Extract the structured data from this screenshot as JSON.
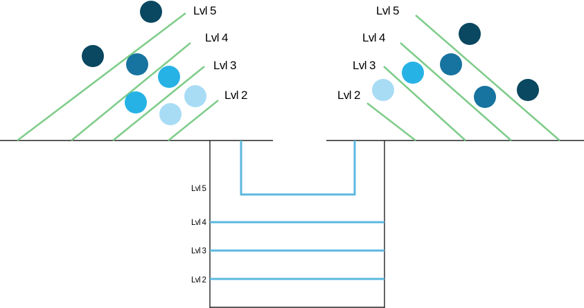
{
  "colors": {
    "level_line": "#7fcc8a",
    "water": "#5bb8e0",
    "ground": "#222222",
    "lvl5_ball": "#0a4760",
    "lvl4_ball": "#17739f",
    "lvl3_ball": "#27b2e6",
    "lvl2_ball": "#a8dcf5"
  },
  "icons": {
    "ball": "filled-circle"
  },
  "left_slope": {
    "labels": [
      "Lvl 5",
      "Lvl 4",
      "Lvl 3",
      "Lvl 2"
    ]
  },
  "right_slope": {
    "labels": [
      "Lvl 5",
      "Lvl 4",
      "Lvl 3",
      "Lvl 2"
    ]
  },
  "pit": {
    "labels": [
      "Lvl 5",
      "Lvl 4",
      "Lvl 3",
      "Lvl 2"
    ]
  }
}
